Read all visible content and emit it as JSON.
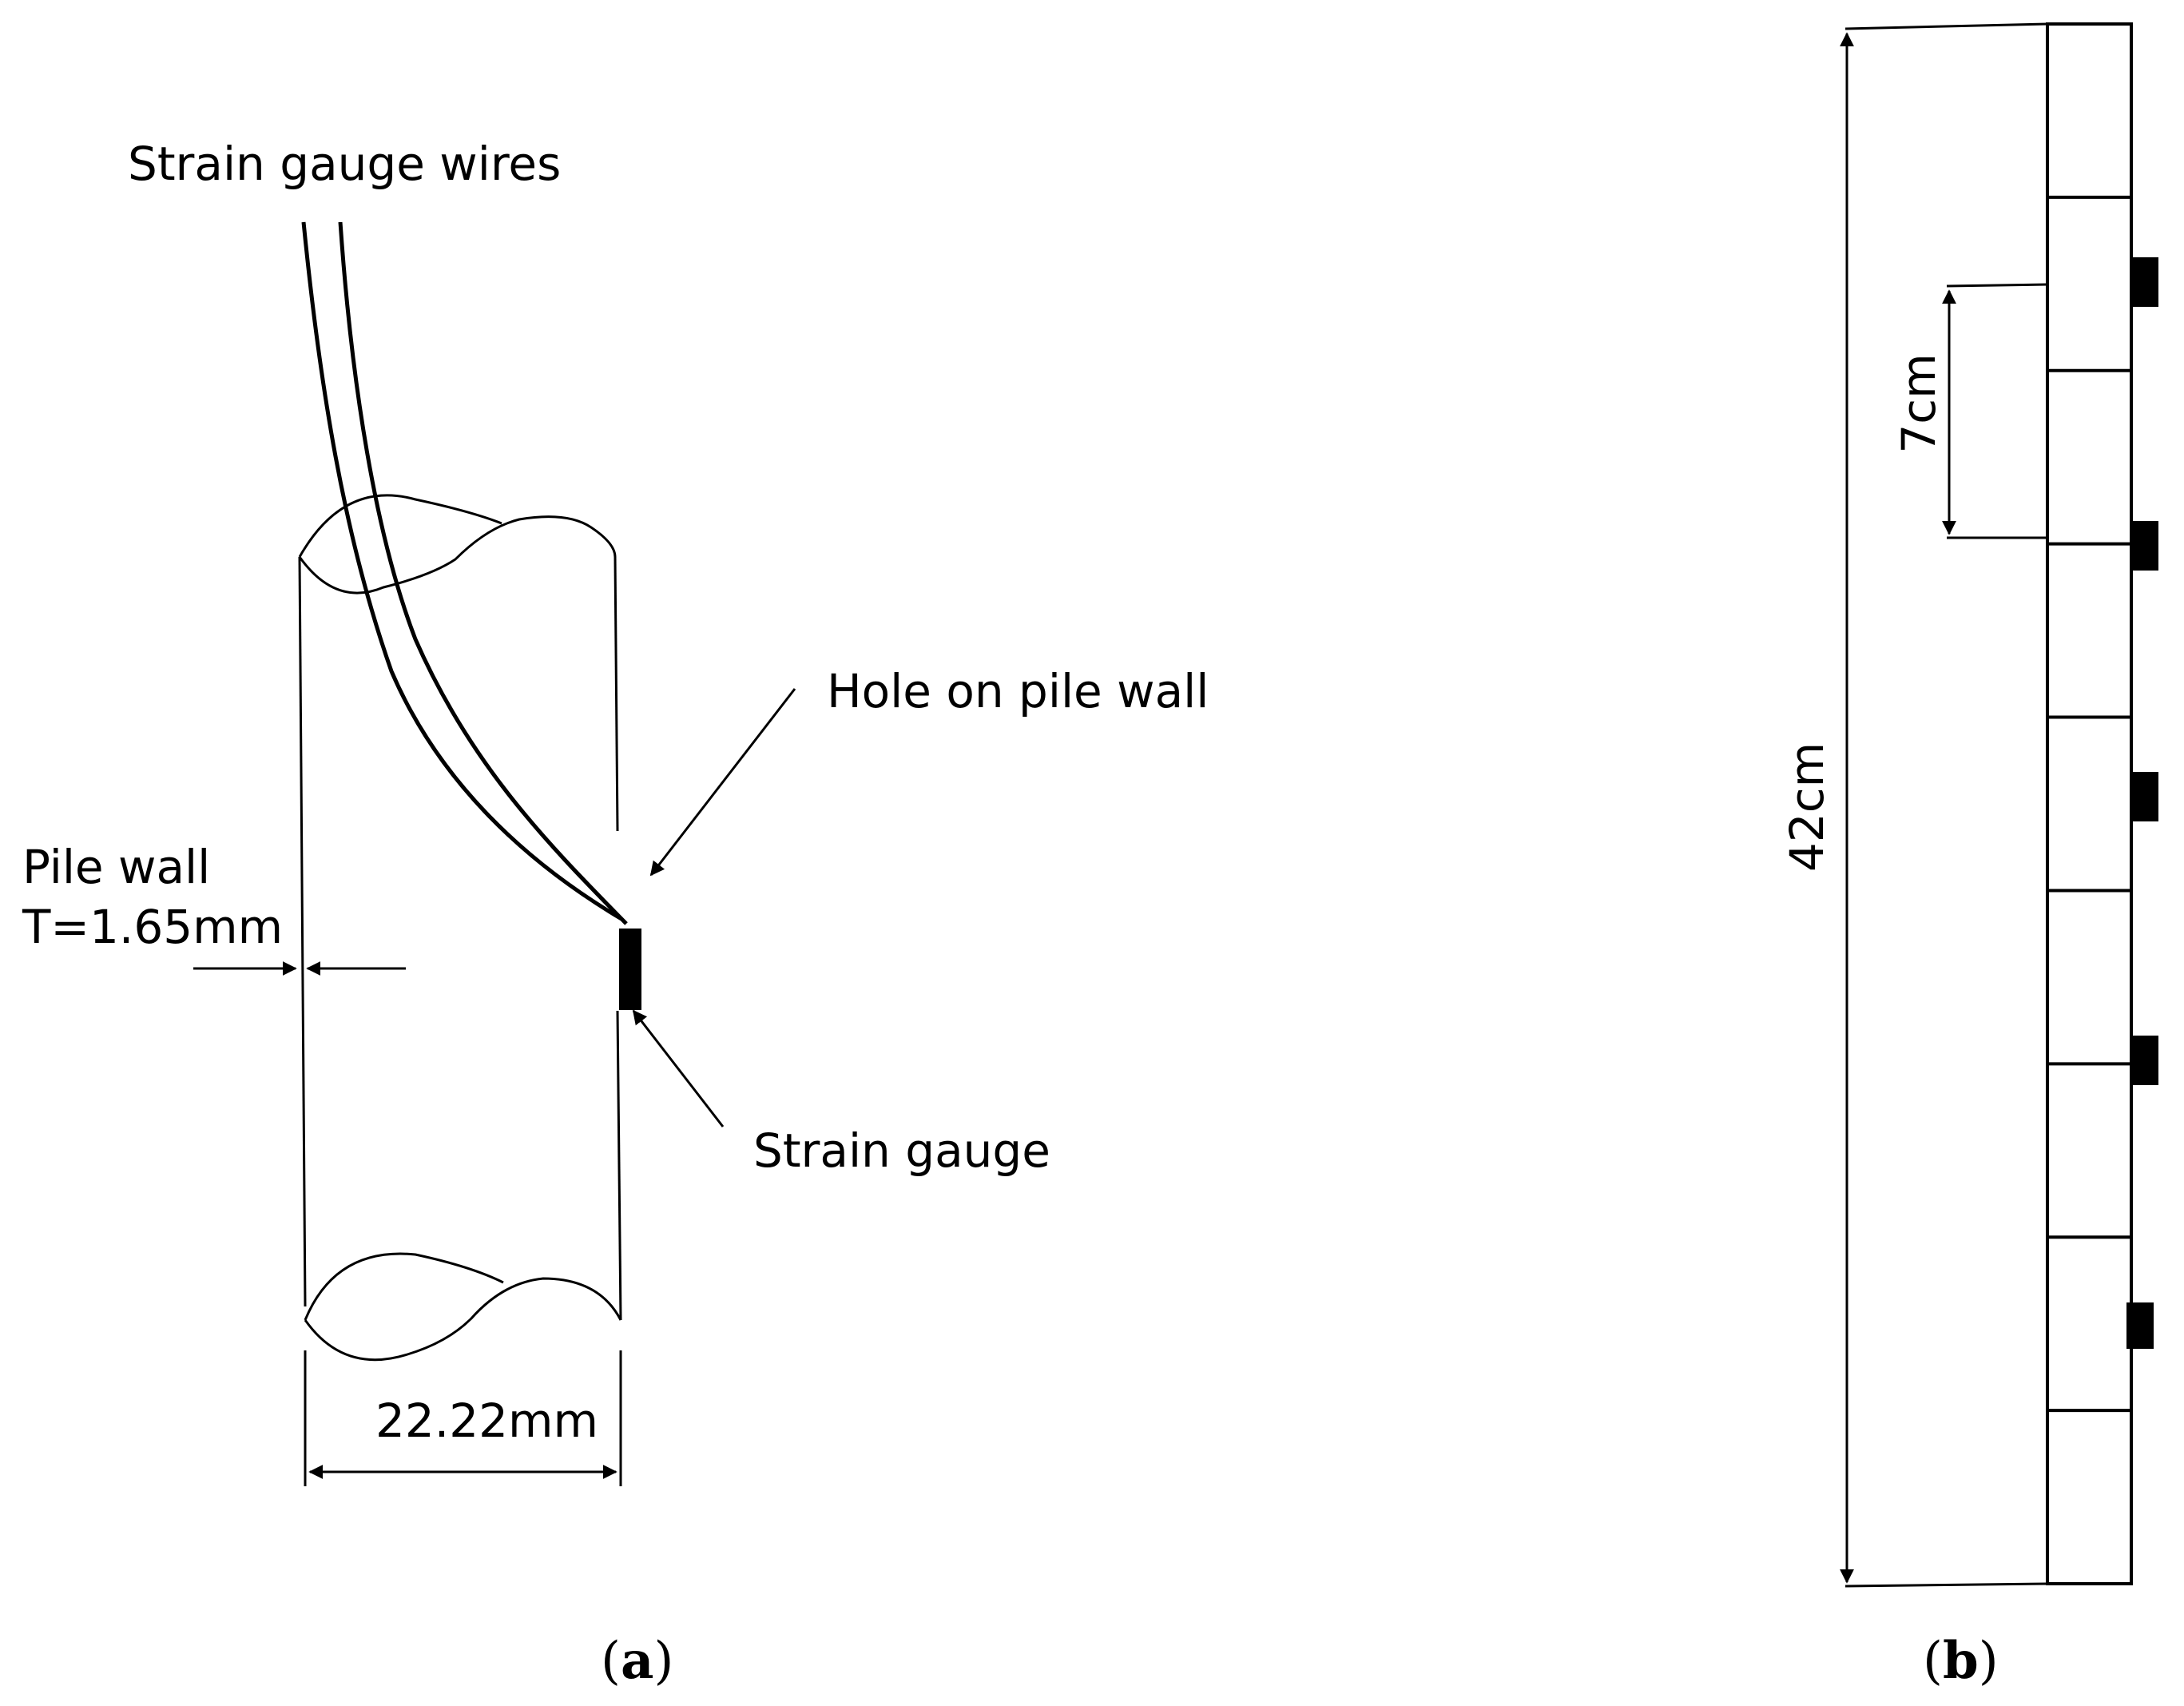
{
  "panel_a": {
    "wires_label": "Strain gauge wires",
    "hole_label": "Hole on pile wall",
    "wall_label_line1": "Pile wall",
    "wall_label_line2": "T=1.65mm",
    "gauge_label": "Strain gauge",
    "diameter_label": "22.22mm",
    "caption_open": "(",
    "caption_letter": "a",
    "caption_close": ")"
  },
  "panel_b": {
    "length_label": "42cm",
    "spacing_label": "7cm",
    "segments": 9,
    "gauge_count": 5,
    "caption_open": "(",
    "caption_letter": "b",
    "caption_close": ")"
  }
}
